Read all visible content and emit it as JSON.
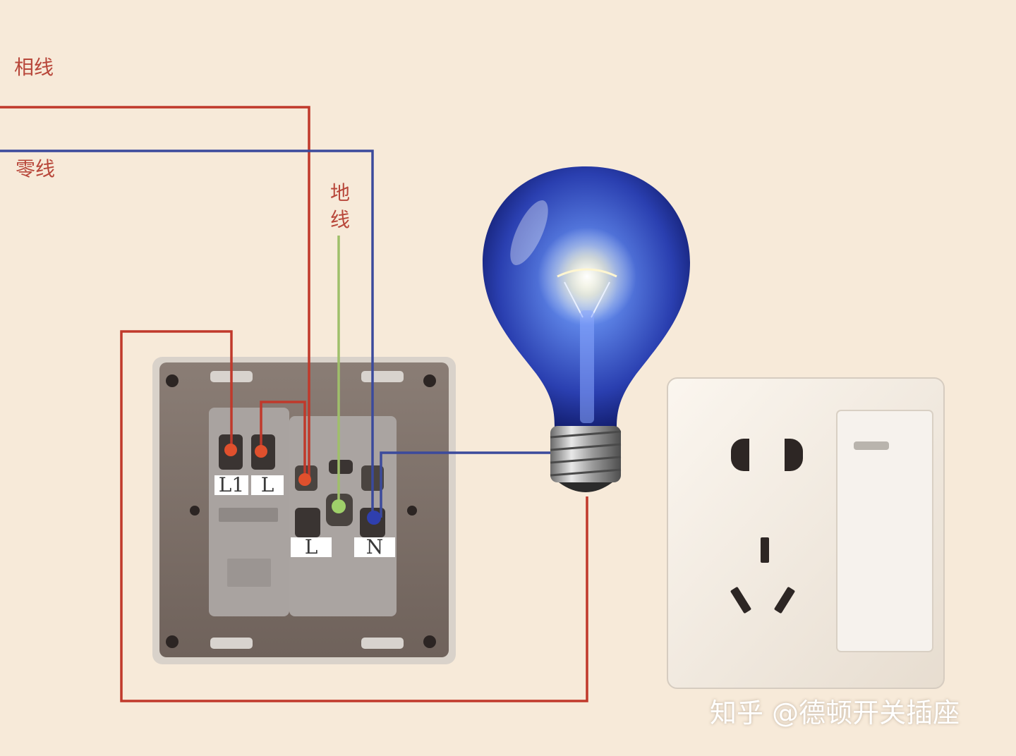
{
  "labels": {
    "phase_wire": "相线",
    "neutral_wire": "零线",
    "ground_wire": "地线"
  },
  "terminals": {
    "switch_L1": "L1",
    "switch_L": "L",
    "socket_L": "L",
    "socket_N": "N"
  },
  "watermark": "知乎 @德顿开关插座",
  "colors": {
    "phase_wire": "#c0392b",
    "neutral_wire": "#3b4a9c",
    "ground_wire": "#9fbf6a",
    "background": "#f7ead9",
    "label_text": "#b8473a"
  },
  "icons": [
    "light-bulb-icon",
    "wall-socket-icon",
    "switch-module-icon"
  ]
}
